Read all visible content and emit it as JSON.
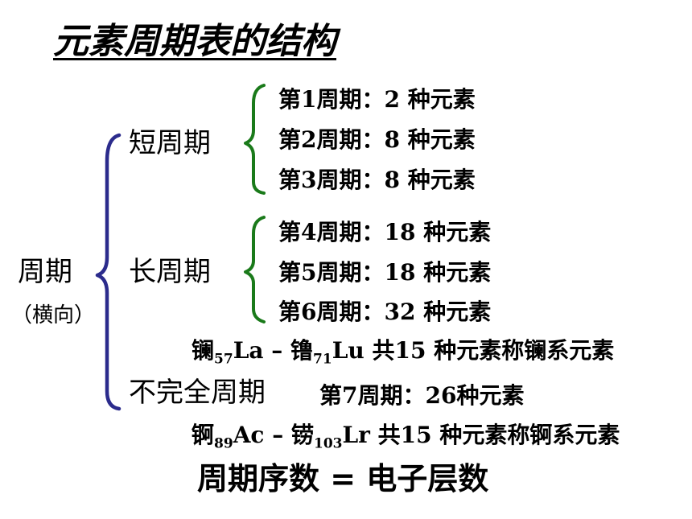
{
  "title": "元素周期表的结构",
  "period": {
    "label": "周期",
    "sublabel": "（横向）"
  },
  "short_period": {
    "label": "短周期",
    "rows": [
      {
        "name": "第1周期：",
        "count": "2 种元素"
      },
      {
        "name": "第2周期：",
        "count": "8 种元素"
      },
      {
        "name": "第3周期：",
        "count": "8 种元素"
      }
    ]
  },
  "long_period": {
    "label": "长周期",
    "rows": [
      {
        "name": "第4周期：",
        "count": "18 种元素"
      },
      {
        "name": "第5周期：",
        "count": "18 种元素"
      },
      {
        "name": "第6周期：",
        "count": "32 种元素"
      }
    ]
  },
  "lanthanide_note": {
    "el1": "镧",
    "sub1": "57",
    "sym1": "La",
    "dash": " – ",
    "el2": "镥",
    "sub2": "71",
    "sym2": "Lu",
    "tail": "  共15 种元素称镧系元素"
  },
  "incomplete_period": {
    "label": "不完全周期",
    "row": {
      "name": "第7周期：",
      "count": "26种元素"
    }
  },
  "actinide_note": {
    "el1": "锕",
    "sub1": "89",
    "sym1": "Ac",
    "dash": " – ",
    "el2": "铹",
    "sub2": "103",
    "sym2": "Lr",
    "tail": "  共15 种元素称锕系元素"
  },
  "formula": "周期序数 = 电子层数",
  "colors": {
    "outer_bracket": "#2b2b8c",
    "inner_bracket": "#1a7a1a",
    "text": "#000000"
  }
}
